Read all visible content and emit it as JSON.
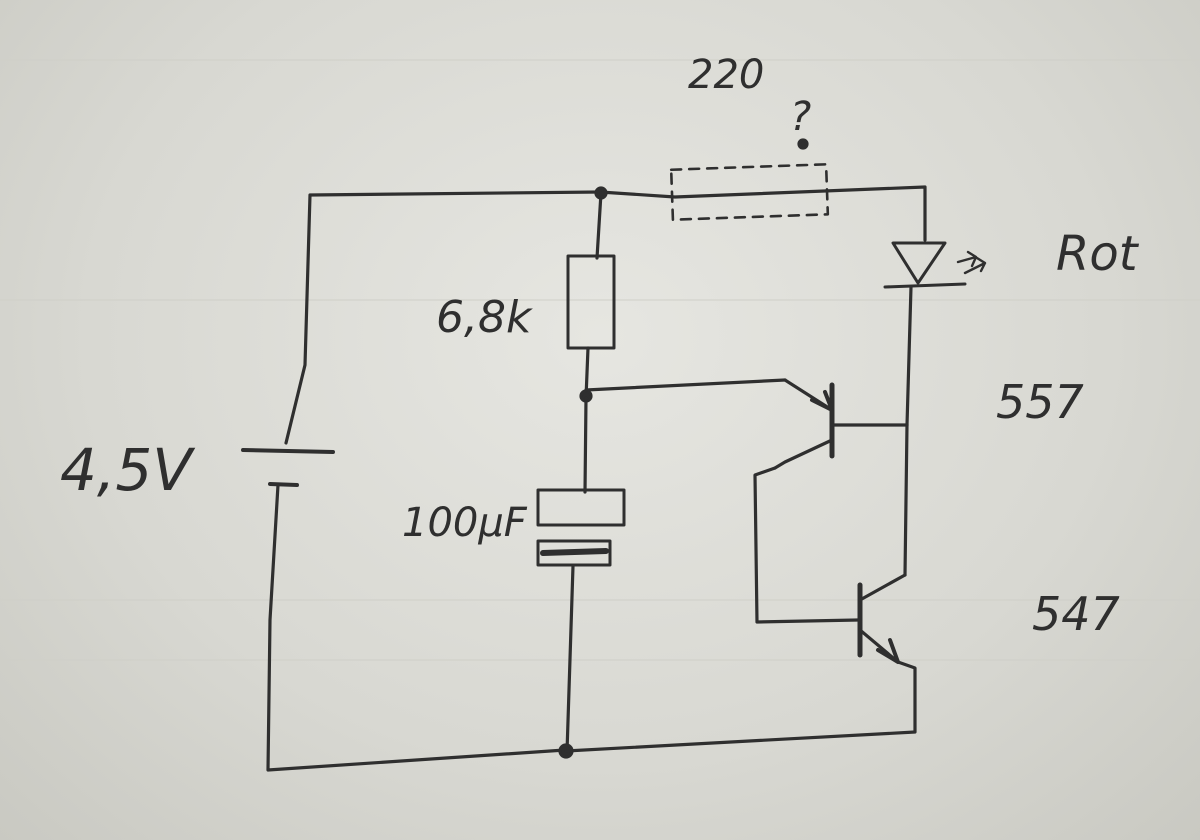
{
  "labels": {
    "battery_voltage": "4,5V",
    "resistor_top": "220",
    "resistor_top_question": "?",
    "resistor_mid": "6,8k",
    "capacitor": "100µF",
    "led_color": "Rot",
    "transistor_upper": "557",
    "transistor_lower": "547"
  },
  "colors": {
    "ink": "#2f2f2f",
    "paper": "#dedfd9"
  }
}
